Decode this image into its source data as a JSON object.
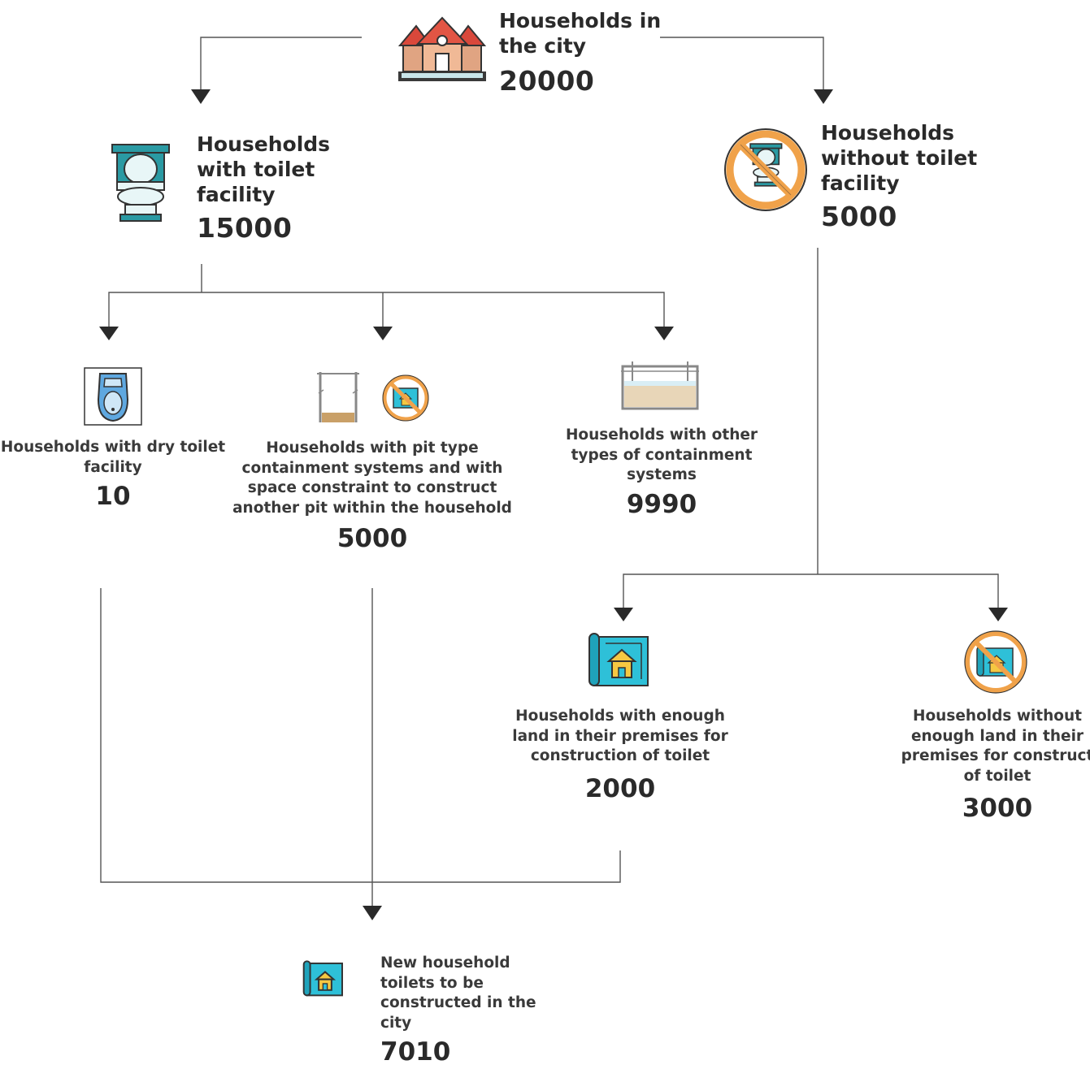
{
  "nodes": {
    "city": {
      "title_line1": "Households in",
      "title_line2": "the city",
      "value": "20000"
    },
    "with_toilet": {
      "line1": "Households",
      "line2": "with toilet",
      "line3": "facility",
      "value": "15000"
    },
    "without_toilet": {
      "line1": "Households",
      "line2": "without toilet",
      "line3": "facility",
      "value": "5000"
    },
    "dry_toilet": {
      "line1": "Households with dry toilet",
      "line2": "facility",
      "value": "10"
    },
    "pit_type": {
      "line1": "Households with pit type",
      "line2": "containment systems and with",
      "line3": "space constraint to construct",
      "line4": "another pit within the household",
      "value": "5000"
    },
    "other_containment": {
      "line1": "Households with other",
      "line2": "types of containment",
      "line3": "systems",
      "value": "9990"
    },
    "enough_land": {
      "line1": "Households with enough",
      "line2": "land in their premises for",
      "line3": "construction of toilet",
      "value": "2000"
    },
    "without_land": {
      "line1": "Households without",
      "line2": "enough land in their",
      "line3": "premises for construct",
      "line4": "of toilet",
      "value": "3000"
    },
    "new_toilets": {
      "line1": "New household",
      "line2": "toilets to be",
      "line3": "constructed in the",
      "line4": "city",
      "value": "7010"
    }
  },
  "icons": {
    "city": "houses-icon",
    "with_toilet": "toilet-icon",
    "without_toilet": "no-toilet-icon",
    "dry_toilet": "urinal-icon",
    "pit": "pit-icon",
    "pit_no_land": "no-land-icon",
    "other_containment": "tank-icon",
    "enough_land": "land-plan-icon",
    "without_land": "no-land-icon",
    "new_toilets": "land-plan-icon"
  },
  "colors": {
    "line": "#444444",
    "teal": "#2a9aa3",
    "orange": "#f0a24a",
    "house_red": "#d9483b",
    "house_body": "#e8b08e",
    "blueprint": "#2ec0d8"
  }
}
